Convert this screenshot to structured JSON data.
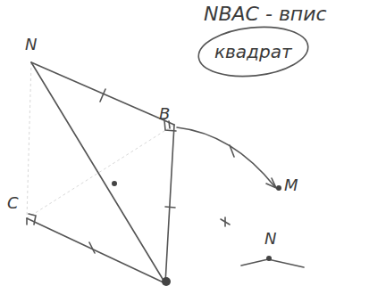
{
  "diagram": {
    "nodes": [
      {
        "text": [
          "квадрат"
        ]
      }
    ],
    "labels": [
      "NBAC - впис",
      "N",
      "B",
      "C",
      "M",
      "N"
    ]
  }
}
